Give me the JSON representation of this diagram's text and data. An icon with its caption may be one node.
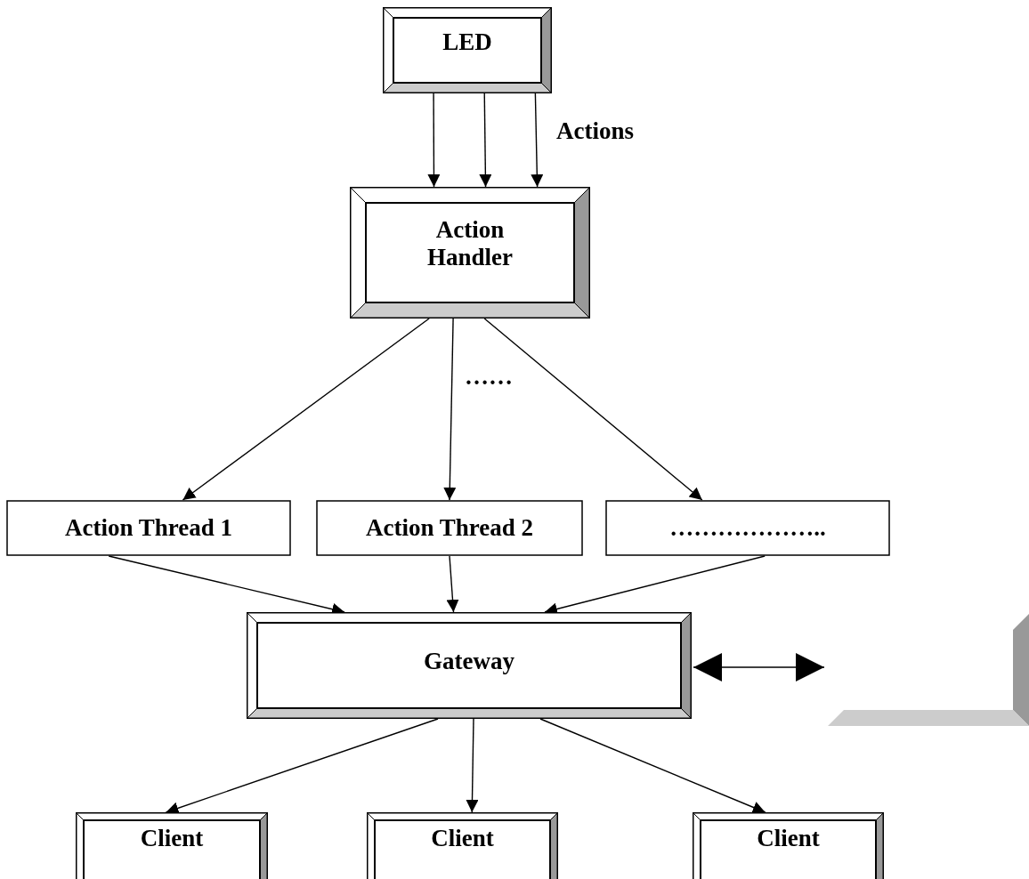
{
  "diagram": {
    "nodes": [
      {
        "text": [
          "LED"
        ]
      },
      {
        "text": [
          "Action Handler"
        ]
      },
      {
        "text": [
          "Action Thread 1"
        ]
      },
      {
        "text": [
          "Action Thread 2"
        ]
      },
      {
        "text": [
          "……………….."
        ]
      },
      {
        "text": [
          "Gateway"
        ]
      },
      {
        "text": [],
        "shape": "box"
      },
      {
        "text": [
          "Client"
        ]
      },
      {
        "text": [
          "Client"
        ]
      },
      {
        "text": [
          "Client"
        ]
      }
    ],
    "edges": [
      {
        "from": 0,
        "to": 1,
        "arrow": "to"
      },
      {
        "from": 0,
        "to": 1,
        "arrow": "to"
      },
      {
        "from": 0,
        "to": 1,
        "arrow": "to"
      },
      {
        "from": 1,
        "to": 2,
        "arrow": "to"
      },
      {
        "from": 1,
        "to": 3,
        "arrow": "to"
      },
      {
        "from": 1,
        "to": 4,
        "arrow": "to"
      },
      {
        "from": 2,
        "to": 5,
        "arrow": "to"
      },
      {
        "from": 3,
        "to": 5,
        "arrow": "to"
      },
      {
        "from": 4,
        "to": 5,
        "arrow": "to"
      },
      {
        "from": 5,
        "to": 6,
        "arrow": "both"
      },
      {
        "from": 5,
        "to": 7,
        "arrow": "to"
      },
      {
        "from": 5,
        "to": 8,
        "arrow": "to"
      },
      {
        "from": 5,
        "to": 9,
        "arrow": "to"
      }
    ],
    "labels": [
      "Actions",
      "……"
    ]
  }
}
